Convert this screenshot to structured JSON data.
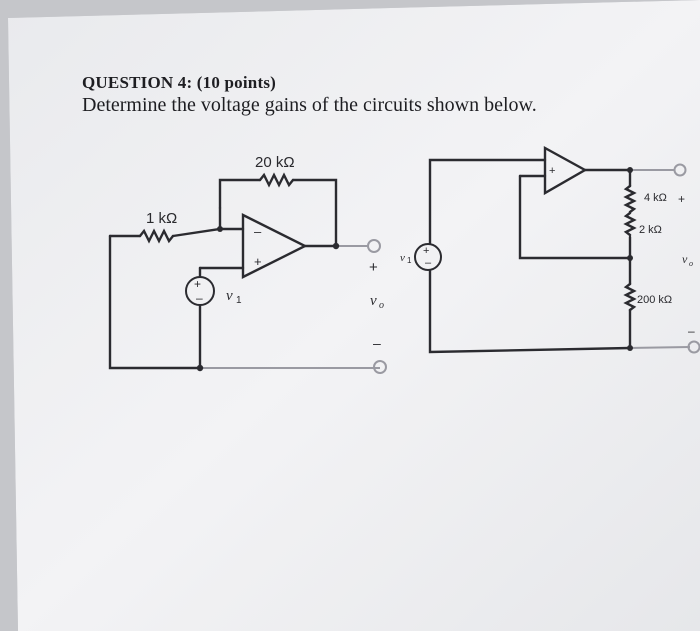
{
  "question": {
    "title": "QUESTION 4: (10 points)",
    "prompt": "Determine the voltage gains of the circuits shown below."
  },
  "circuit_left": {
    "feedback_resistor": "20 kΩ",
    "input_resistor": "1 kΩ",
    "source_label": "v",
    "source_sub": "1",
    "output_label": "v",
    "output_sub": "o",
    "plus_sign": "+",
    "minus_sign": "–"
  },
  "circuit_right": {
    "r_top": "4 kΩ",
    "r_mid": "2 kΩ",
    "r_bottom": "200 kΩ",
    "source_label": "v",
    "source_sub": "1",
    "output_label": "v",
    "output_sub": "o",
    "plus_sign": "+",
    "minus_sign": "–"
  },
  "colors": {
    "paper": "#f1f1f3",
    "wire": "#2b2b30",
    "output_wire": "#9a9aa2",
    "ink": "#1e1e22"
  }
}
